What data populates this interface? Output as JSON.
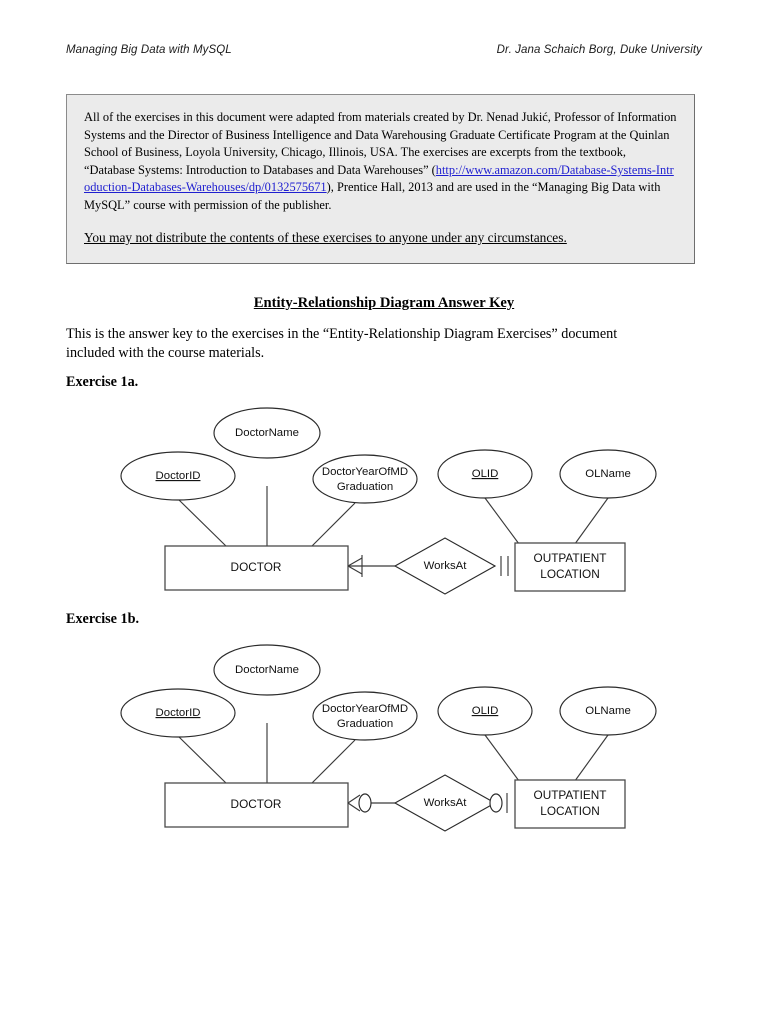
{
  "header": {
    "left": "Managing Big Data with MySQL",
    "right": "Dr. Jana Schaich Borg, Duke University"
  },
  "disclaimer": {
    "part1": "All of the exercises in this document were adapted from materials created by Dr. Nenad Jukić, Professor of Information Systems and the Director of Business Intelligence and Data Warehousing Graduate Certificate Program at the Quinlan School of Business, Loyola University, Chicago, Illinois, USA.  The exercises are excerpts from the textbook, “Database Systems: Introduction to Databases and Data Warehouses” (",
    "link": "http://www.amazon.com/Database-Systems-Introduction-Databases-Warehouses/dp/0132575671",
    "part2": "), Prentice Hall, 2013 and are used in the “Managing Big Data with MySQL” course with permission of the publisher.",
    "warning": "You may not distribute the contents of these exercises to anyone under any circumstances."
  },
  "title": "Entity-Relationship Diagram Answer Key",
  "intro": "This is the answer key to the exercises in the “Entity-Relationship Diagram Exercises” document included with the course materials.",
  "exercises": [
    {
      "heading": "Exercise 1a.",
      "diagram": {
        "entities": [
          {
            "name": "DOCTOR",
            "line1": "DOCTOR",
            "line2": ""
          },
          {
            "name": "OUTPATIENT LOCATION",
            "line1": "OUTPATIENT",
            "line2": "LOCATION"
          }
        ],
        "relationship": "WorksAt",
        "attributes": [
          {
            "label": "DoctorID",
            "key": true,
            "line1": "DoctorID",
            "line2": ""
          },
          {
            "label": "DoctorName",
            "key": false,
            "line1": "DoctorName",
            "line2": ""
          },
          {
            "label": "DoctorYearOfMDGraduation",
            "key": false,
            "line1": "DoctorYearOfMD",
            "line2": "Graduation"
          },
          {
            "label": "OLID",
            "key": true,
            "line1": "OLID",
            "line2": ""
          },
          {
            "label": "OLName",
            "key": false,
            "line1": "OLName",
            "line2": ""
          }
        ],
        "cardinality": {
          "doctor_side": "one-or-many",
          "location_side": "exactly-one"
        }
      }
    },
    {
      "heading": "Exercise 1b.",
      "diagram": {
        "entities": [
          {
            "name": "DOCTOR",
            "line1": "DOCTOR",
            "line2": ""
          },
          {
            "name": "OUTPATIENT LOCATION",
            "line1": "OUTPATIENT",
            "line2": "LOCATION"
          }
        ],
        "relationship": "WorksAt",
        "attributes": [
          {
            "label": "DoctorID",
            "key": true,
            "line1": "DoctorID",
            "line2": ""
          },
          {
            "label": "DoctorName",
            "key": false,
            "line1": "DoctorName",
            "line2": ""
          },
          {
            "label": "DoctorYearOfMDGraduation",
            "key": false,
            "line1": "DoctorYearOfMD",
            "line2": "Graduation"
          },
          {
            "label": "OLID",
            "key": true,
            "line1": "OLID",
            "line2": ""
          },
          {
            "label": "OLName",
            "key": false,
            "line1": "OLName",
            "line2": ""
          }
        ],
        "cardinality": {
          "doctor_side": "zero-or-many",
          "location_side": "zero-or-one"
        }
      }
    }
  ],
  "colors": {
    "page_background": "#ffffff",
    "box_background": "#ebebeb",
    "box_border": "#8b8b8b",
    "link": "#1f1fd0",
    "text": "#000000",
    "diagram_stroke": "#2a2a2a"
  }
}
